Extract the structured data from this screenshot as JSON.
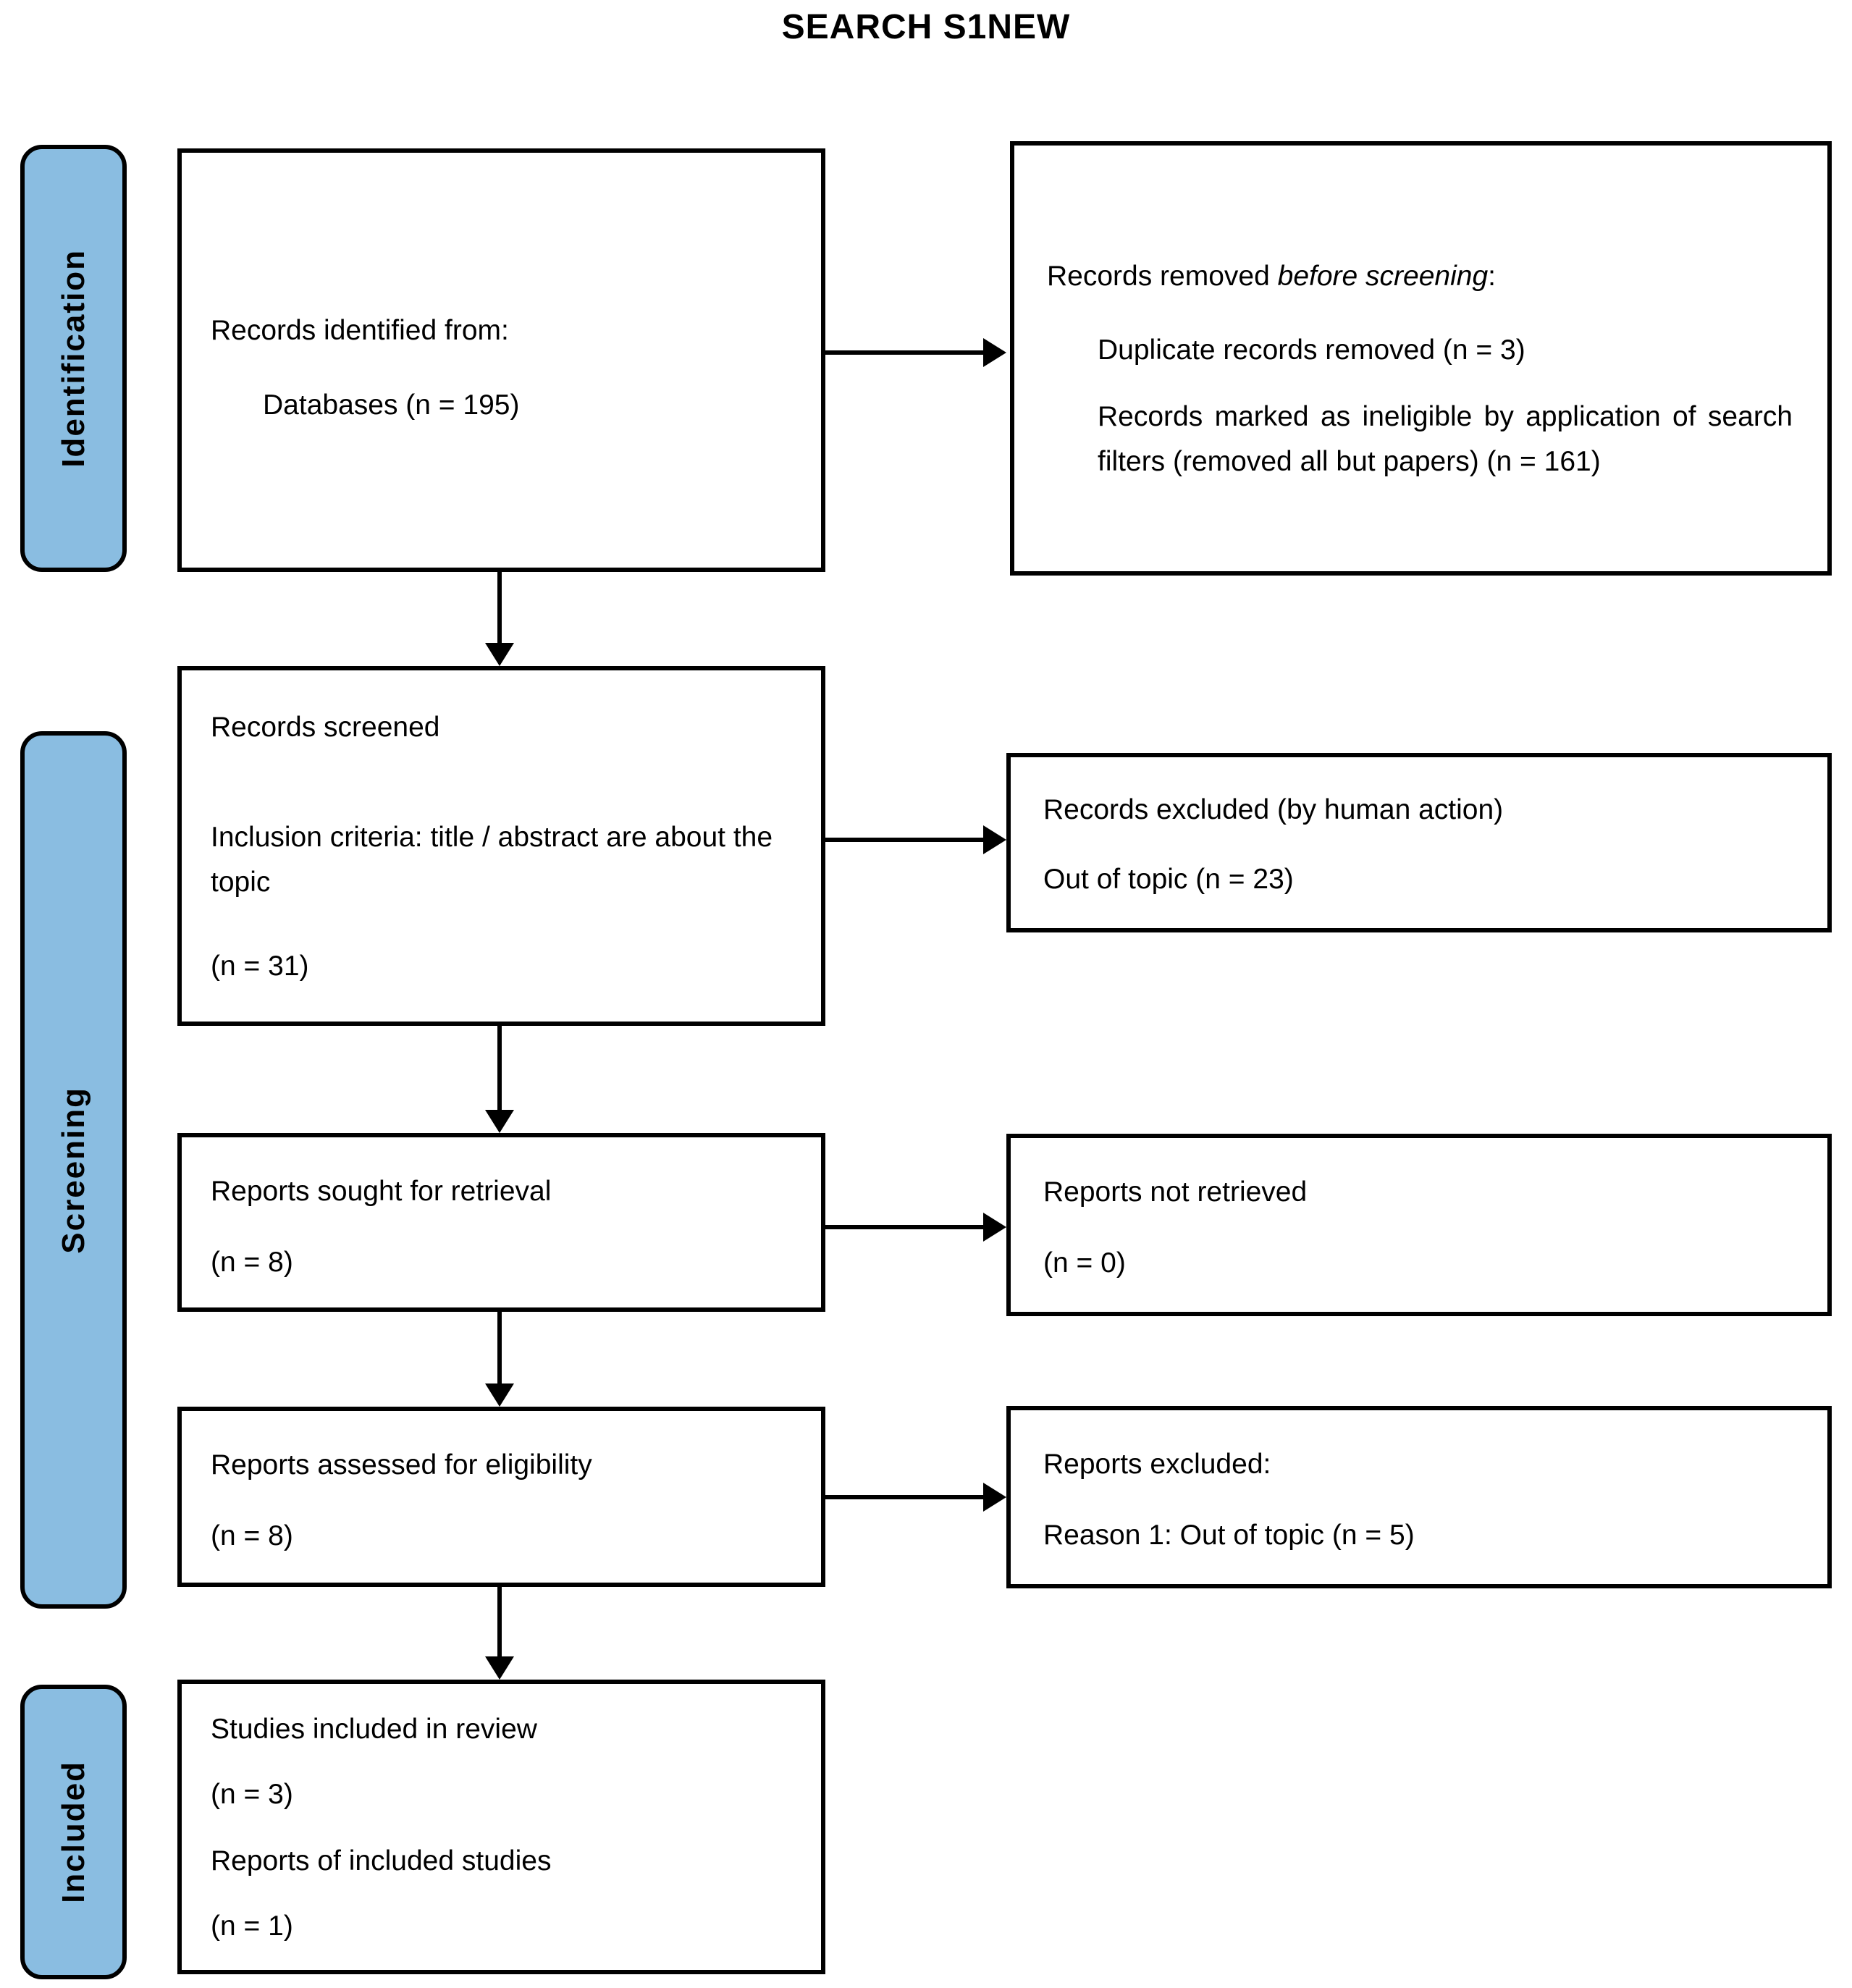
{
  "title": "SEARCH S1NEW",
  "colors": {
    "ribbon_fill": "#8ABDE1",
    "border": "#000000",
    "background": "#FFFFFF"
  },
  "ribbons": {
    "identification": "Identification",
    "screening": "Screening",
    "included": "Included"
  },
  "boxes": {
    "identified": {
      "line1": "Records identified from:",
      "line2": "Databases (n = 195)"
    },
    "removed_before_screening": {
      "intro_prefix": "Records removed ",
      "intro_italic": "before screening",
      "intro_suffix": ":",
      "item1": "Duplicate records removed (n = 3)",
      "item2": "Records marked as ineligible by application of search filters (removed all but papers) (n = 161)"
    },
    "screened": {
      "line1": "Records screened",
      "line2": "Inclusion criteria: title / abstract are about the topic",
      "line3": "(n = 31)"
    },
    "excluded_human": {
      "line1": "Records excluded (by human action)",
      "line2": "Out of topic (n = 23)"
    },
    "sought": {
      "line1": "Reports sought for retrieval",
      "line2": "(n = 8)"
    },
    "not_retrieved": {
      "line1": "Reports not retrieved",
      "line2": "(n = 0)"
    },
    "assessed": {
      "line1": "Reports assessed for eligibility",
      "line2": "(n = 8)"
    },
    "reports_excluded": {
      "line1": "Reports excluded:",
      "line2": "Reason 1: Out of topic (n = 5)"
    },
    "included_box": {
      "line1": "Studies included in review",
      "line2": "(n = 3)",
      "line3": "Reports of included studies",
      "line4": "(n = 1)"
    }
  }
}
